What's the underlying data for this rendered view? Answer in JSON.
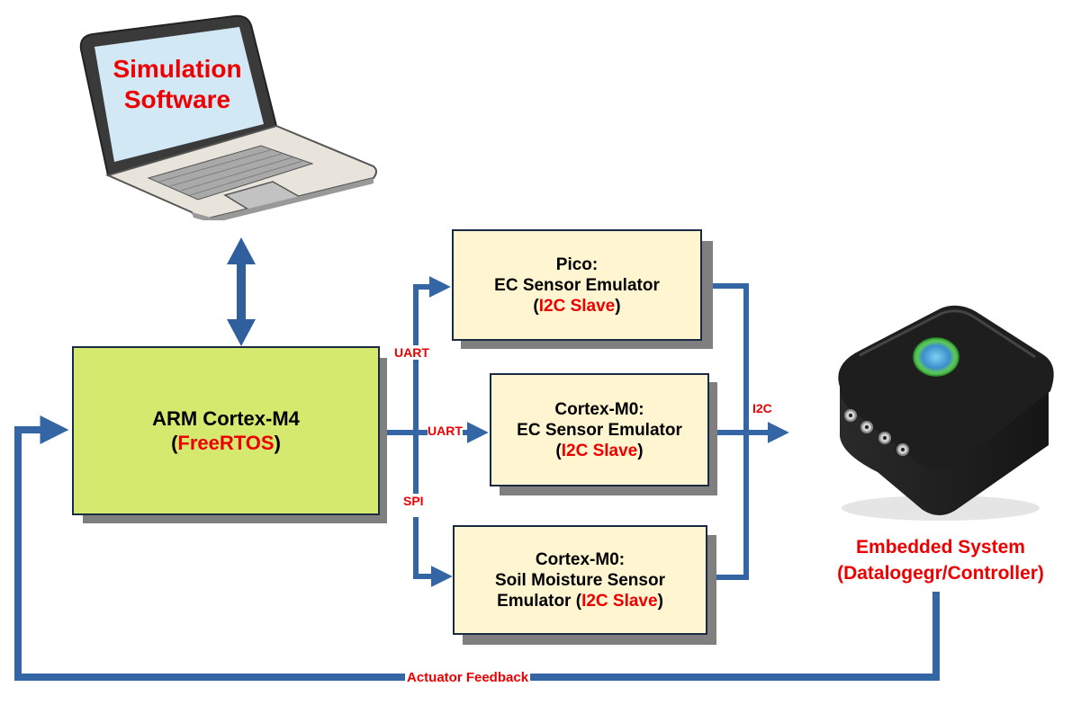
{
  "laptop": {
    "icon": "laptop-icon",
    "screen_line1": "Simulation",
    "screen_line2": "Software"
  },
  "main_controller": {
    "title": "ARM Cortex-M4",
    "sub_open": "(",
    "sub_highlight": "FreeRTOS",
    "sub_close": ")"
  },
  "emulators": [
    {
      "line1": "Pico:",
      "line2": "EC Sensor Emulator",
      "sub_open": "(",
      "sub_highlight": "I2C Slave",
      "sub_close": ")"
    },
    {
      "line1": "Cortex-M0:",
      "line2": "EC Sensor Emulator",
      "sub_open": "(",
      "sub_highlight": "I2C Slave",
      "sub_close": ")"
    },
    {
      "line1": "Cortex-M0:",
      "line2": "Soil Moisture Sensor",
      "sub_prefix": "Emulator (",
      "sub_highlight": "I2C Slave",
      "sub_close": ")"
    }
  ],
  "connections": {
    "uart_top": "UART",
    "uart_middle": "UART",
    "spi": "SPI",
    "i2c": "I2C",
    "feedback": "Actuator Feedback"
  },
  "device": {
    "icon": "datalogger-device-icon",
    "caption_line1": "Embedded System",
    "caption_line2": "(Datalogegr/Controller)"
  },
  "colors": {
    "arrow": "#3465a4",
    "label_red": "#ee0000",
    "controller_fill": "#d5e96e",
    "emulator_fill": "#fff5d0"
  }
}
